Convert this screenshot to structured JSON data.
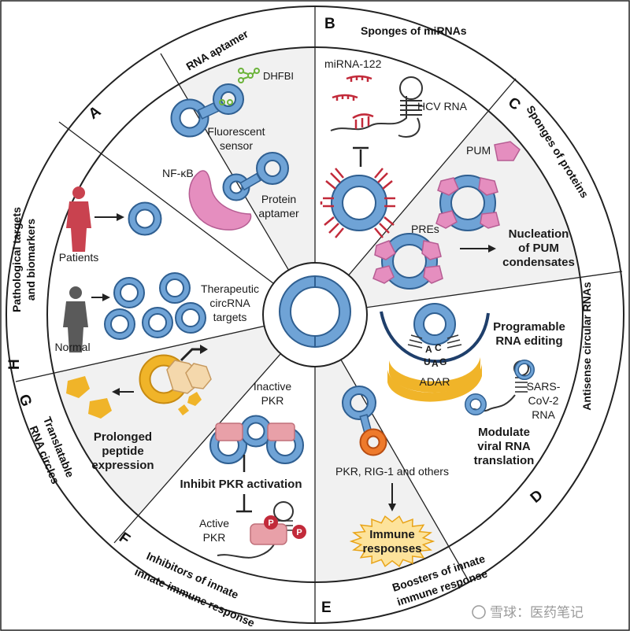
{
  "sections": {
    "A": {
      "letter": "A",
      "title": "RNA aptamer",
      "dhfbi": "DHFBI",
      "fluorescent_1": "Fluorescent",
      "fluorescent_2": "sensor",
      "nfkb": "NF-κB",
      "protein_1": "Protein",
      "protein_2": "aptamer"
    },
    "B": {
      "letter": "B",
      "title": "Sponges of miRNAs",
      "mirna": "miRNA-122",
      "hcv": "HCV RNA"
    },
    "C": {
      "letter": "C",
      "title": "Sponges of proteins",
      "pum": "PUM",
      "pres": "PREs",
      "nucleation_1": "Nucleation",
      "nucleation_2": "of PUM",
      "nucleation_3": "condensates"
    },
    "D": {
      "letter": "D",
      "title": "Antisense circular RNAs",
      "editing_1": "Programable",
      "editing_2": "RNA editing",
      "adar": "ADAR",
      "sars_1": "SARS-",
      "sars_2": "CoV-2",
      "sars_3": "RNA",
      "modulate_1": "Modulate",
      "modulate_2": "viral RNA",
      "modulate_3": "translation",
      "bases": {
        "a": "A",
        "c": "C",
        "u": "U",
        "a2": "A",
        "g": "G"
      }
    },
    "E": {
      "letter": "E",
      "title_1": "Boosters of innate",
      "title_2": "immune response",
      "pkr_rig": "PKR, RIG-1 and others",
      "immune_1": "Immune",
      "immune_2": "responses"
    },
    "F": {
      "letter": "F",
      "title_1": "Inhibitors of innate",
      "title_2": "innate immune response",
      "inactive_1": "Inactive",
      "inactive_2": "PKR",
      "inhibit": "Inhibit PKR activation",
      "active_1": "Active",
      "active_2": "PKR",
      "p": "P"
    },
    "G": {
      "letter": "G",
      "title_1": "Translatable",
      "title_2": "RNA circles",
      "prolonged_1": "Prolonged",
      "prolonged_2": "peptide",
      "prolonged_3": "expression"
    },
    "H": {
      "letter": "H",
      "title_1": "Pathological targets",
      "title_2": "and biomarkers",
      "patients": "Patients",
      "normal": "Normal",
      "therapeutic_1": "Therapeutic",
      "therapeutic_2": "circRNA",
      "therapeutic_3": "targets"
    }
  },
  "watermark": "雪球：医药笔记",
  "colors": {
    "circ_fill": "#6fa3d6",
    "circ_stroke": "#2f5f91",
    "pink": "#e58ebf",
    "pink_stroke": "#b65d93",
    "red": "#c22a3a",
    "orange": "#e8a317",
    "gold": "#f0b429",
    "gray": "#f2f2f2",
    "border": "#222222",
    "human_red": "#c9424f",
    "human_gray": "#5a5a5a"
  }
}
